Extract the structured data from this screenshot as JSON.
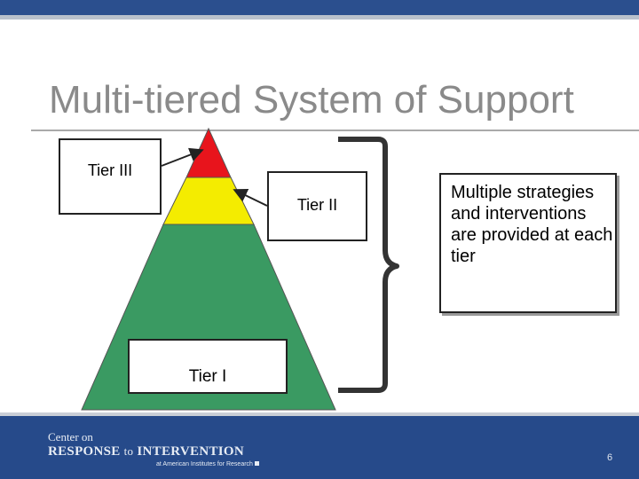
{
  "slide": {
    "title": "Multi-tiered System of Support",
    "page_number": "6"
  },
  "diagram": {
    "tiers": [
      {
        "label": "Tier III",
        "color": "#e8141c"
      },
      {
        "label": "Tier II",
        "color": "#f4ec00"
      },
      {
        "label": "Tier I",
        "color": "#3a9a62"
      }
    ],
    "strategy_note": "Multiple strategies and interventions are provided at each tier"
  },
  "footer": {
    "logo": {
      "line1": "Center on",
      "line2_part1": "RESPONSE ",
      "line2_part2": "to",
      "line2_part3": " INTERVENTION",
      "line3": "at American Institutes for Research"
    }
  },
  "colors": {
    "header": "#2b4f8e",
    "footer": "#264a8a",
    "title": "#8a8a8a"
  }
}
